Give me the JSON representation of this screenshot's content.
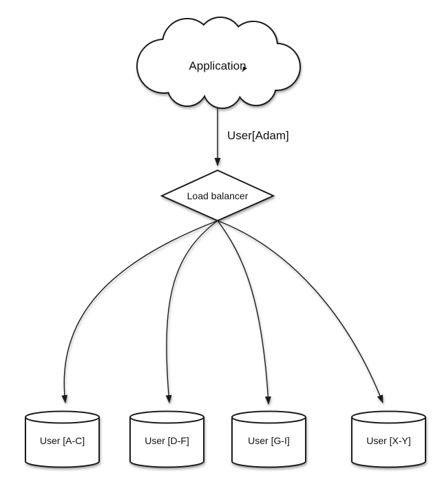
{
  "diagram": {
    "colors": {
      "background": "#ffffff",
      "stroke": "#1c1c1c",
      "node_fill": "#ffffff",
      "text": "#101010"
    },
    "nodes": {
      "application": {
        "label": "Application",
        "shape": "cloud"
      },
      "load_balancer": {
        "label": "Load balancer",
        "shape": "diamond"
      },
      "shard_a_c": {
        "label": "User [A-C]",
        "shape": "cylinder"
      },
      "shard_d_f": {
        "label": "User [D-F]",
        "shape": "cylinder"
      },
      "shard_g_i": {
        "label": "User [G-I]",
        "shape": "cylinder"
      },
      "shard_x_y": {
        "label": "User [X-Y]",
        "shape": "cylinder"
      }
    },
    "edges": [
      {
        "from": "application",
        "to": "load_balancer",
        "label": "User[Adam]"
      },
      {
        "from": "load_balancer",
        "to": "shard_a_c"
      },
      {
        "from": "load_balancer",
        "to": "shard_d_f"
      },
      {
        "from": "load_balancer",
        "to": "shard_g_i"
      },
      {
        "from": "load_balancer",
        "to": "shard_x_y"
      }
    ]
  }
}
